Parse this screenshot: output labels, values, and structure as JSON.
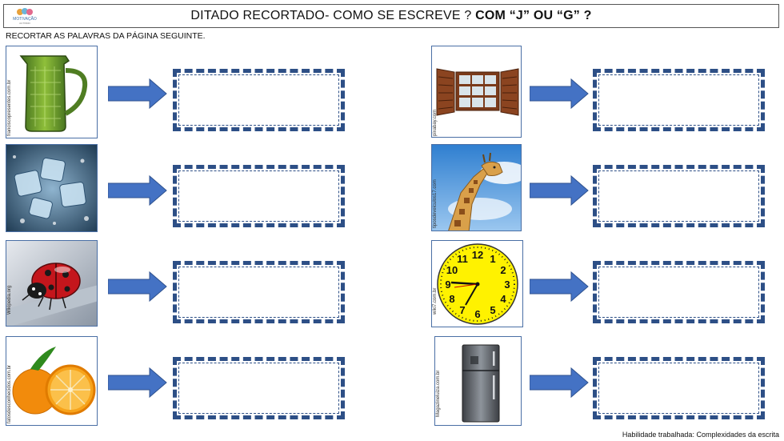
{
  "header": {
    "logo_text": "MOTIVAÇÃO",
    "logo_subtext": "AUTISMO",
    "title_prefix": "DITADO RECORTADO- COMO SE ESCREVE ? ",
    "title_bold": "COM “J” OU “G” ?"
  },
  "instruction": "RECORTAR AS PALAVRAS DA PÁGINA SEGUINTE.",
  "credits": {
    "jarra": "franciscopresentes.com.br",
    "janela": "pixabay.com",
    "gelo": "",
    "girafa": "tiposdeveiculos17.com",
    "joaninha": "Wikipedia.org",
    "relogio": "wiki7.com.br",
    "laranja": "fatosdesconhecidos.com.br",
    "geladeira": "Magazineluiza.com.br"
  },
  "clock_numbers": [
    "12",
    "1",
    "2",
    "3",
    "4",
    "5",
    "6",
    "7",
    "8",
    "9",
    "10",
    "11"
  ],
  "footer": "Habilidade trabalhada: Complexidades da escrita",
  "colors": {
    "arrow": "#4472c4",
    "box_border": "#2d4f86"
  }
}
